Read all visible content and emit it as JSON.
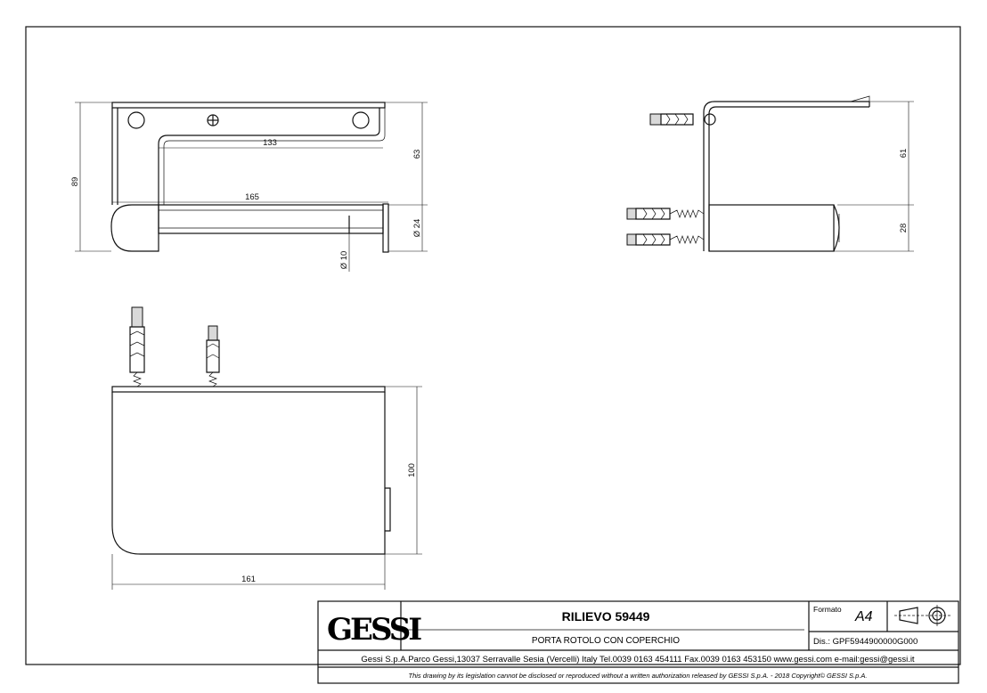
{
  "title_block": {
    "brand": "GESSI",
    "title": "RILIEVO 59449",
    "subtitle": "PORTA ROTOLO CON COPERCHIO",
    "format_label": "Formato",
    "format_value": "A4",
    "drawing_number": "Dis.: GPF5944900000G000",
    "address": "Gessi S.p.A.Parco Gessi,13037 Serravalle Sesia (Vercelli) Italy Tel.0039 0163 454111 Fax.0039 0163 453150 www.gessi.com e-mail:gessi@gessi.it",
    "legal_note": "This drawing by its legislation cannot be disclosed or reproduced without a written authorization released by GESSI S.p.A. - 2018 Copyright© GESSI S.p.A."
  },
  "dimensions": {
    "front_height": "89",
    "front_bar_width": "133",
    "front_rod_length": "165",
    "front_upper_height": "63",
    "front_cap_diameter": "Ø 24",
    "front_rod_diameter": "Ø 10",
    "side_upper": "61",
    "side_lower": "28",
    "top_depth": "100",
    "top_width": "161"
  },
  "icons": {
    "projection": "first-angle-projection-icon",
    "crosshead": "screw-head-icon"
  }
}
